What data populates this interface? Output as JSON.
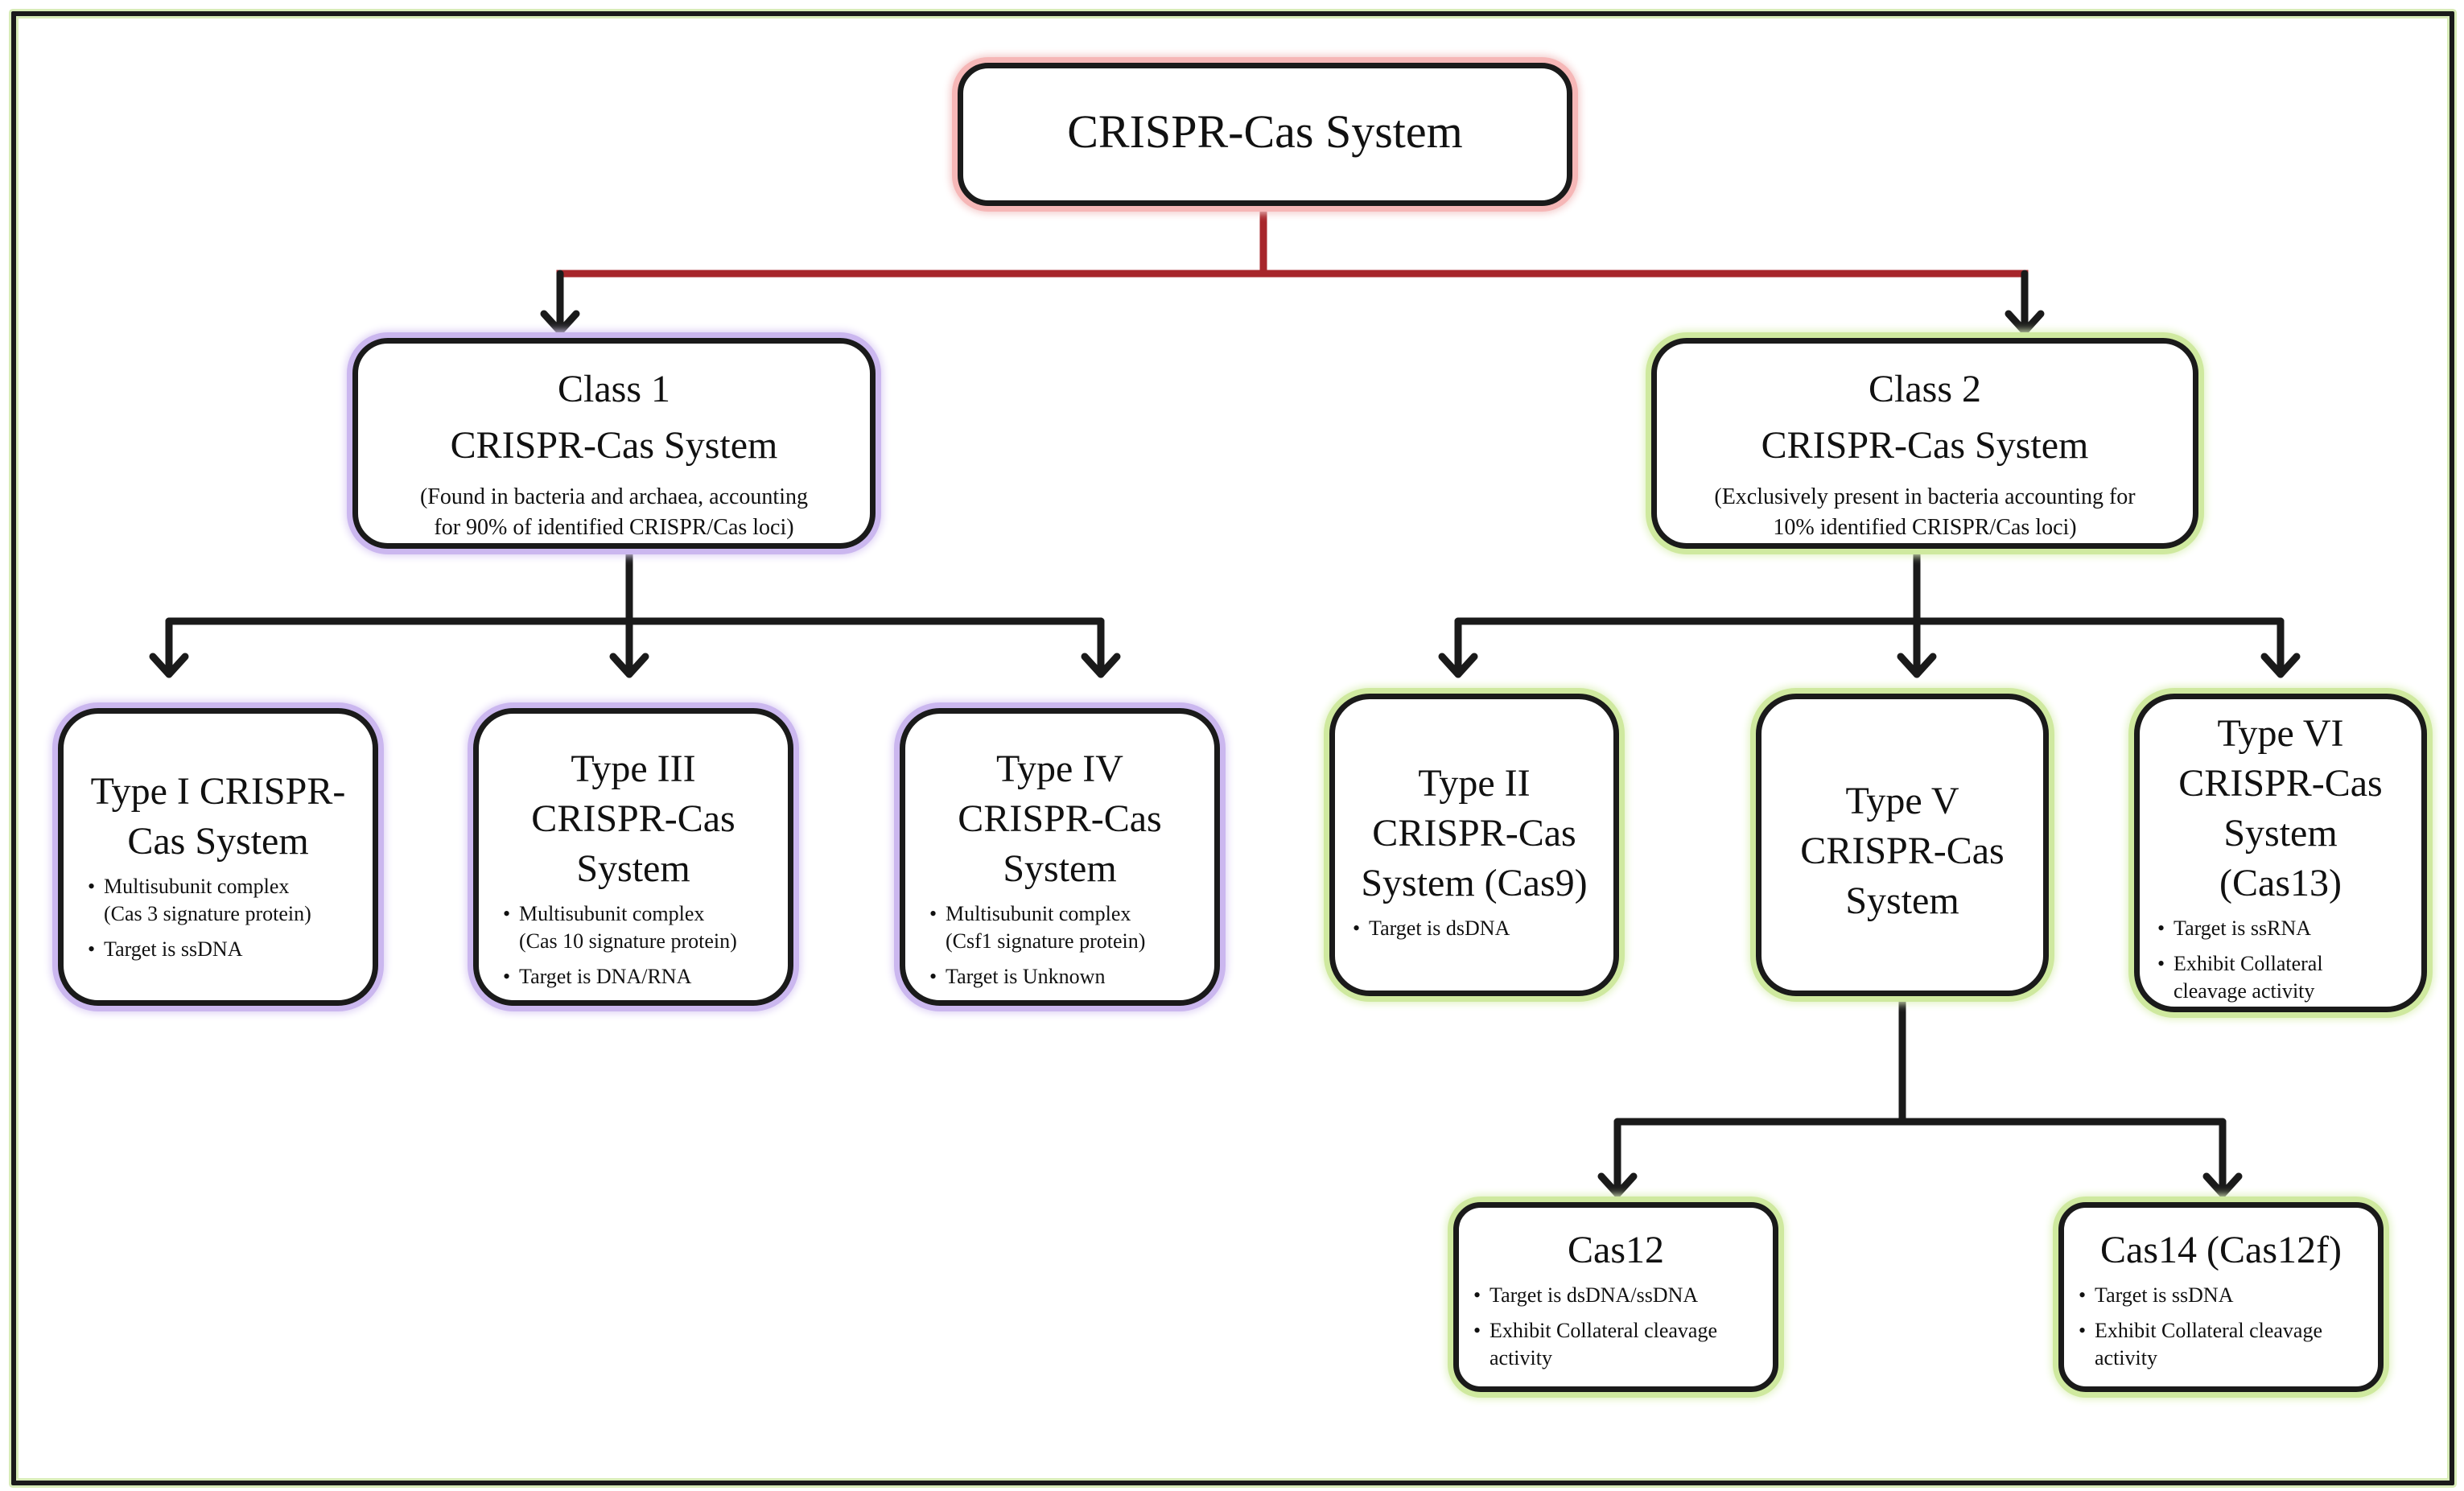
{
  "diagram": {
    "root": {
      "title": "CRISPR-Cas System"
    },
    "class1": {
      "title_line1": "Class 1",
      "title_line2": "CRISPR-Cas System",
      "note_line1": "(Found in bacteria and archaea, accounting",
      "note_line2": "for 90% of identified CRISPR/Cas loci)"
    },
    "class2": {
      "title_line1": "Class 2",
      "title_line2": "CRISPR-Cas System",
      "note_line1": "(Exclusively present in bacteria accounting for",
      "note_line2": "10% identified CRISPR/Cas loci)"
    },
    "type1": {
      "title_line1": "Type I CRISPR-",
      "title_line2": "Cas System",
      "bullet1_line1": "Multisubunit complex",
      "bullet1_line2": "(Cas 3 signature protein)",
      "bullet2": "Target is ssDNA"
    },
    "type3": {
      "title_line1": "Type III",
      "title_line2": "CRISPR-Cas",
      "title_line3": "System",
      "bullet1_line1": "Multisubunit complex",
      "bullet1_line2": "(Cas 10 signature protein)",
      "bullet2": "Target is DNA/RNA"
    },
    "type4": {
      "title_line1": "Type IV",
      "title_line2": "CRISPR-Cas",
      "title_line3": "System",
      "bullet1_line1": "Multisubunit complex",
      "bullet1_line2": "(Csf1 signature protein)",
      "bullet2": "Target is Unknown"
    },
    "type2": {
      "title_line1": "Type II",
      "title_line2": "CRISPR-Cas",
      "title_line3": "System (Cas9)",
      "bullet1": "Target is dsDNA"
    },
    "type5": {
      "title_line1": "Type V",
      "title_line2": "CRISPR-Cas",
      "title_line3": "System"
    },
    "type6": {
      "title_line1": "Type VI",
      "title_line2": "CRISPR-Cas",
      "title_line3": "System",
      "title_line4": "(Cas13)",
      "bullet1": "Target is ssRNA",
      "bullet2_line1": "Exhibit Collateral",
      "bullet2_line2": "cleavage activity"
    },
    "cas12": {
      "title": "Cas12",
      "bullet1": "Target is dsDNA/ssDNA",
      "bullet2_line1": "Exhibit Collateral cleavage",
      "bullet2_line2": "activity"
    },
    "cas14": {
      "title": "Cas14 (Cas12f)",
      "bullet1": "Target is ssDNA",
      "bullet2_line1": "Exhibit Collateral cleavage",
      "bullet2_line2": "activity"
    },
    "colors": {
      "root_glow": "#f6b7b7",
      "class1_glow": "#cbb7ef",
      "class2_glow": "#cfe99f",
      "line_red": "#a7262b",
      "line_dark": "#1a1a1a"
    }
  }
}
